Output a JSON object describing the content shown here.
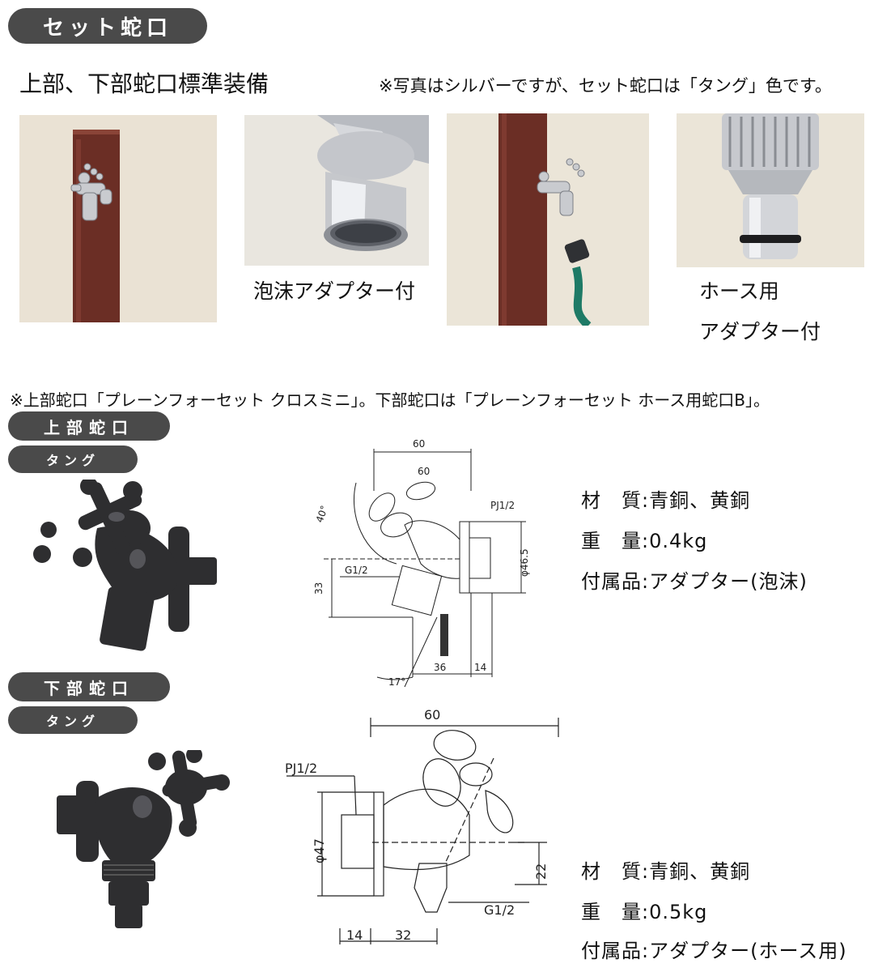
{
  "header": {
    "title": "セット蛇口"
  },
  "intro": {
    "standard": "上部、下部蛇口標準装備",
    "note": "※写真はシルバーですが、セット蛇口は「タング」色です。"
  },
  "photos": {
    "caption_foam": "泡沫アダプター付",
    "caption_hose_1": "ホース用",
    "caption_hose_2": "アダプター付"
  },
  "model_note": "※上部蛇口「プレーンフォーセット クロスミニ」。下部蛇口は「プレーンフォーセット ホース用蛇口B」。",
  "upper": {
    "label": "上部蛇口",
    "color": "タング",
    "dims": {
      "top": "60",
      "handle": "60",
      "angle": "40°",
      "pj": "PJ1/2",
      "dia": "φ46.5",
      "g": "G1/2",
      "h": "33",
      "b1": "36",
      "b2": "14",
      "ang2": "17°"
    },
    "spec": {
      "material_label": "材　質",
      "material": "青銅、黄銅",
      "weight_label": "重　量",
      "weight": "0.4kg",
      "acc_label": "付属品",
      "acc": "アダプター(泡沫)"
    }
  },
  "lower": {
    "label": "下部蛇口",
    "color": "タング",
    "dims": {
      "top": "60",
      "pj": "PJ1/2",
      "dia": "φ47",
      "h": "22",
      "g": "G1/2",
      "b1": "14",
      "b2": "32"
    },
    "spec": {
      "material_label": "材　質",
      "material": "青銅、黄銅",
      "weight_label": "重　量",
      "weight": "0.5kg",
      "acc_label": "付属品",
      "acc": "アダプター(ホース用)"
    }
  },
  "colors": {
    "pill": "#4a4a4a",
    "post": "#6b2e25",
    "bg_photo": "#eae3d6",
    "faucet_dark": "#2e2e30"
  }
}
